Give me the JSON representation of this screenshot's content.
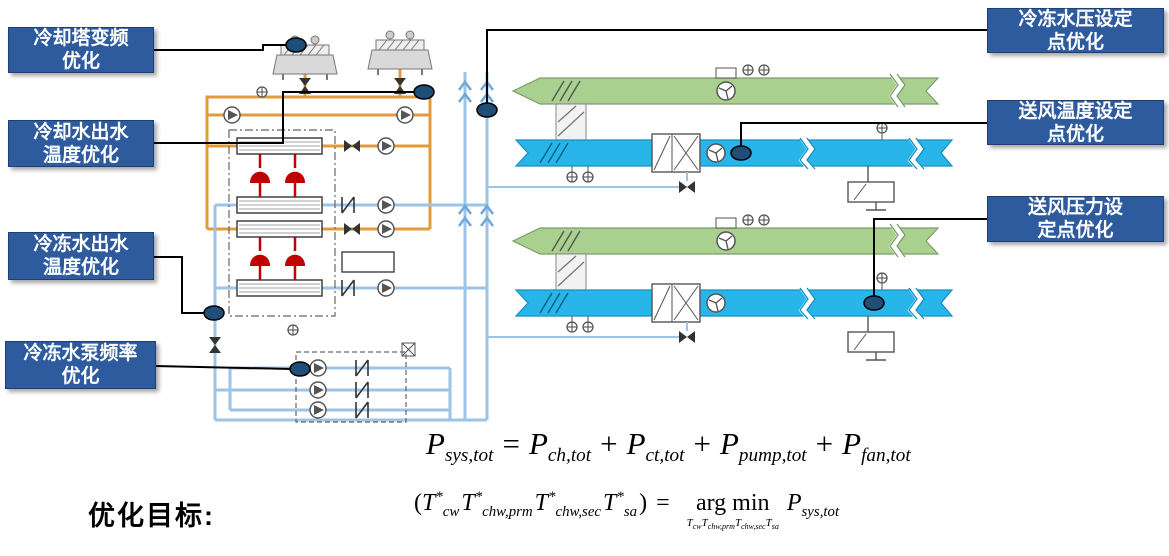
{
  "callouts": {
    "left": [
      {
        "text": "冷却塔变频\n优化"
      },
      {
        "text": "冷却水出水\n温度优化"
      },
      {
        "text": "冷冻水出水\n温度优化"
      },
      {
        "text": "冷冻水泵频率\n优化"
      }
    ],
    "right": [
      {
        "text": "冷冻水压设定\n点优化"
      },
      {
        "text": "送风温度设定\n点优化"
      },
      {
        "text": "送风压力设\n定点优化"
      }
    ]
  },
  "formulas": {
    "objective_label": "优化目标:",
    "power_balance": {
      "lhs_base": "P",
      "lhs_sub": "sys,tot",
      "eq": "=",
      "plus": "+",
      "t1_base": "P",
      "t1_sub": "ch,tot",
      "t2_base": "P",
      "t2_sub": "ct,tot",
      "t3_base": "P",
      "t3_sub": "pump,tot",
      "t4_base": "P",
      "t4_sub": "fan,tot"
    },
    "argmin": {
      "open": "(",
      "close": ")",
      "eq": "=",
      "star": "*",
      "v1_base": "T",
      "v1_sub": "cw",
      "v2_base": "T",
      "v2_sub": "chw,prm",
      "v3_base": "T",
      "v3_sub": "chw,sec",
      "v4_base": "T",
      "v4_sub": "sa",
      "operator": "arg min",
      "u1_base": "T",
      "u1_sub": "cw",
      "u2_base": "T",
      "u2_sub": "chw,prm",
      "u3_base": "T",
      "u3_sub": "chw,sec",
      "u4_base": "T",
      "u4_sub": "sa",
      "target_base": "P",
      "target_sub": "sys,tot"
    }
  },
  "colors": {
    "callout_bg": "#2e5b9e",
    "condenser_water_pipe": "#e09b3b",
    "chilled_water_pipe": "#9dc3e6",
    "supply_air_duct": "#27b5ea",
    "return_air_duct": "#a9d08e",
    "sensor_marker": "#1f4e79",
    "compressor_red": "#c00000",
    "connector_line": "#000000"
  },
  "icons": [
    "cooling-tower-icon",
    "chiller-barrel-icon",
    "compressor-icon",
    "pump-icon",
    "fan-icon",
    "valve-icon",
    "check-valve-icon",
    "sensor-plus-icon",
    "sensor-marker",
    "damper-icon",
    "air-filter-icon",
    "duct-break-icon",
    "vav-box-icon"
  ]
}
